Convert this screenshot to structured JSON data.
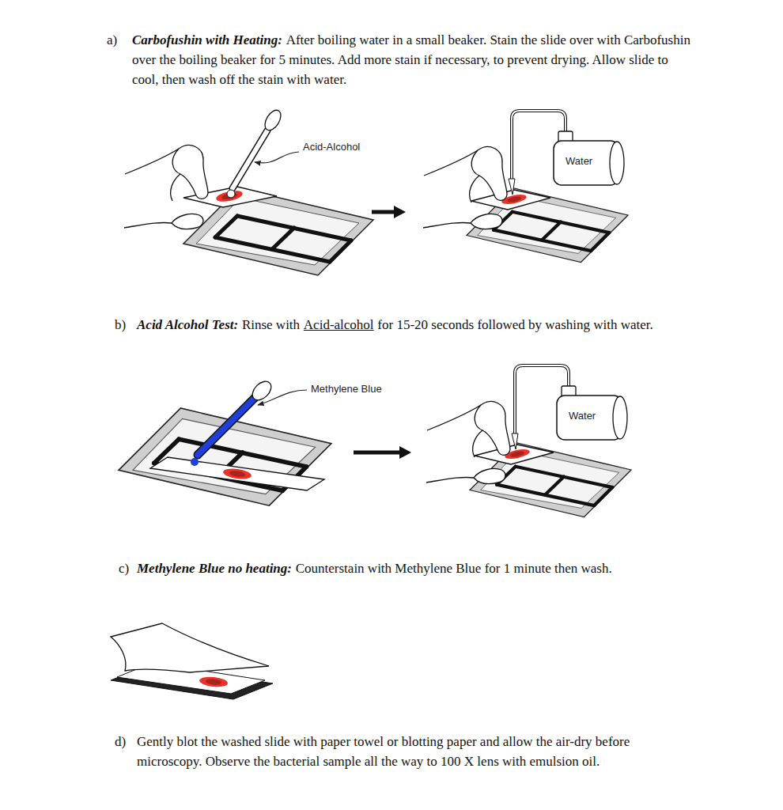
{
  "diagram": {
    "labels": [
      "a)",
      "Carbofushin with Heating:",
      "After boiling water in a small beaker. Stain the slide over with Carbofushin over the boiling beaker for 5 minutes. Add more stain if necessary, to prevent drying. Allow slide to cool, then wash off the stain with water.",
      "Acid-Alcohol",
      "Water",
      "b)",
      "Acid Alcohol Test:",
      "Rinse with",
      "Acid-alcohol",
      "for 15-20 seconds followed by washing with water.",
      "Methylene Blue",
      "Water",
      "c)",
      "Methylene Blue no heating:",
      "Counterstain with Methylene Blue for 1 minute then wash.",
      "d)",
      "Gently blot the washed slide with paper towel or blotting paper and allow the air-dry before microscopy. Observe the bacterial sample all the way to 100 X lens with emulsion oil."
    ]
  }
}
